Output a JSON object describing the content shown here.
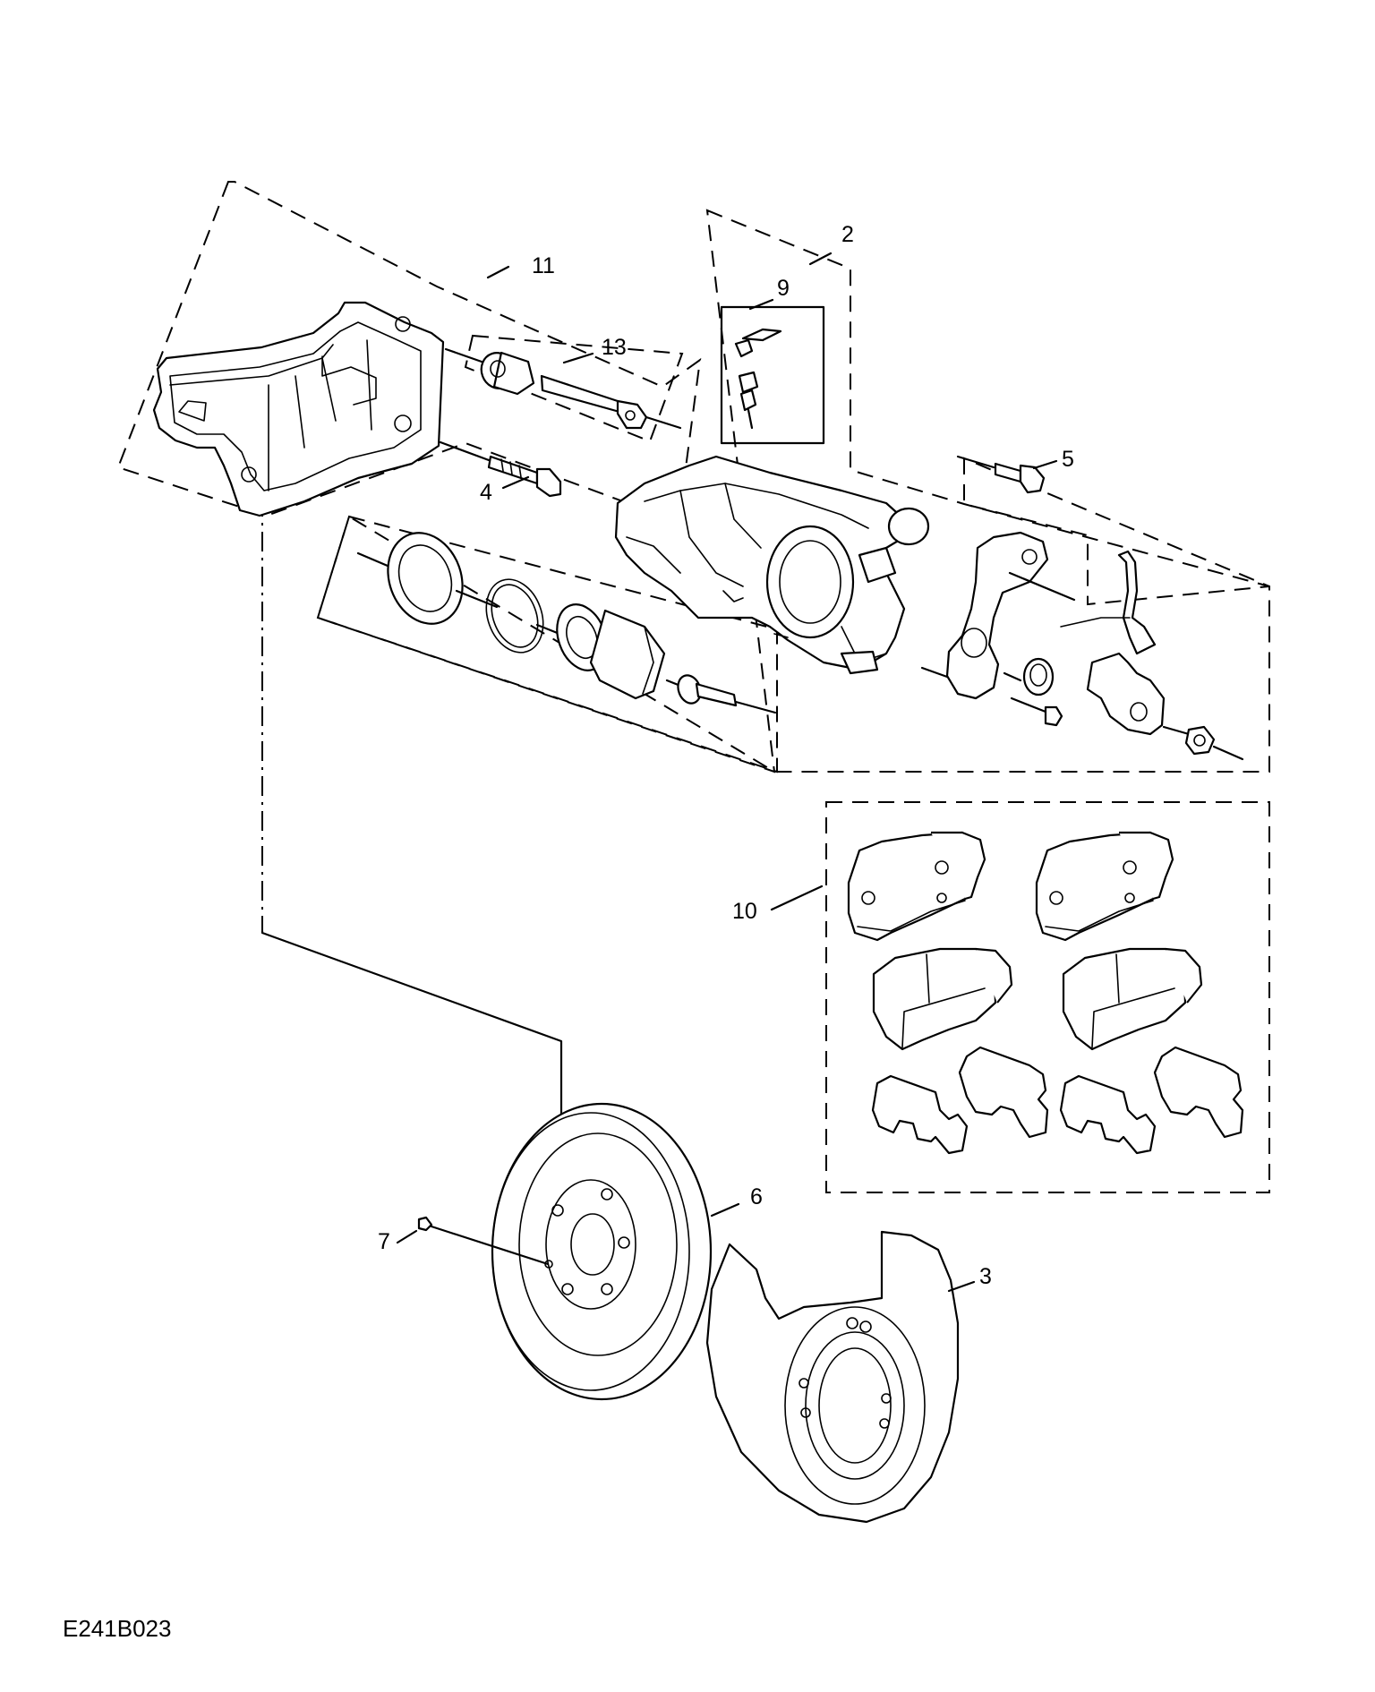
{
  "diagram_code": "E241B023",
  "callouts": {
    "c2": "2",
    "c3": "3",
    "c4": "4",
    "c5": "5",
    "c6": "6",
    "c7": "7",
    "c9": "9",
    "c10": "10",
    "c11": "11",
    "c13": "13"
  }
}
